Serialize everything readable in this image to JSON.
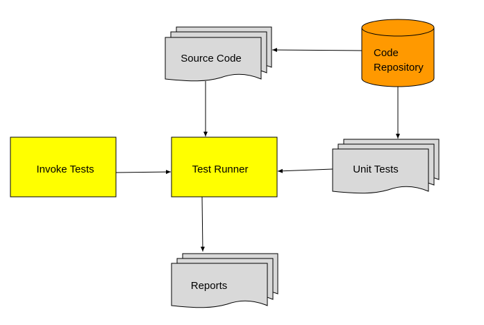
{
  "nodes": {
    "source_code": {
      "label": "Source Code"
    },
    "code_repository": {
      "label_line1": "Code",
      "label_line2": "Repository"
    },
    "invoke_tests": {
      "label": "Invoke Tests"
    },
    "test_runner": {
      "label": "Test Runner"
    },
    "unit_tests": {
      "label": "Unit Tests"
    },
    "reports": {
      "label": "Reports"
    }
  },
  "colors": {
    "process_fill": "#ffff00",
    "repository_fill": "#ff9900",
    "document_fill": "#d9d9d9",
    "stroke": "#000000",
    "background": "#ffffff"
  }
}
